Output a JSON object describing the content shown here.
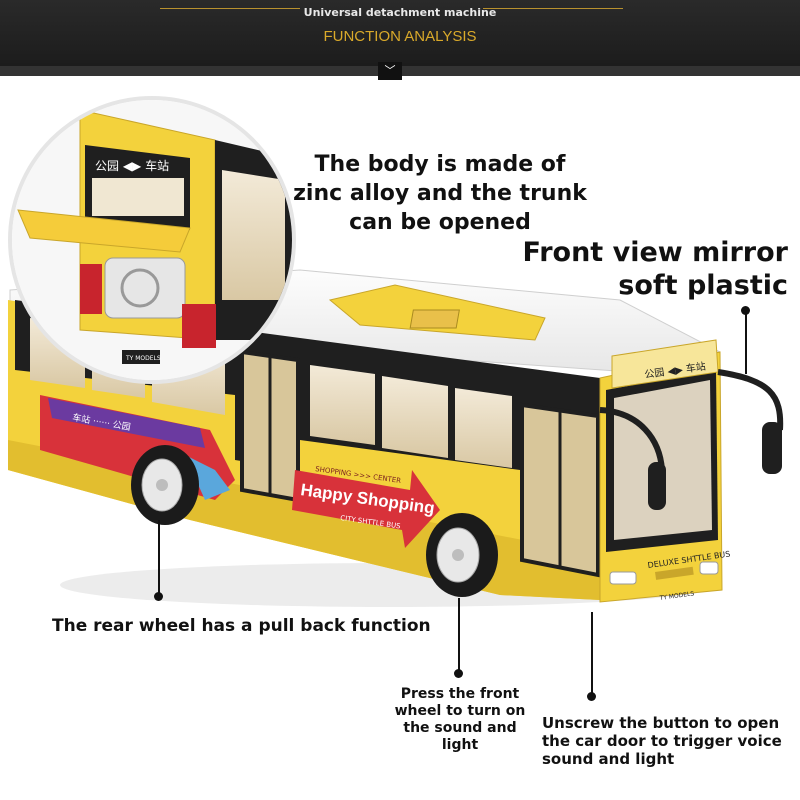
{
  "header": {
    "subtitle": "Universal detachment machine",
    "title": "FUNCTION ANALYSIS"
  },
  "callouts": {
    "body_material": "The body is made of zinc alloy and the trunk can be opened",
    "mirror": "Front view mirror soft plastic",
    "rear_wheel": "The rear wheel has a pull back function",
    "front_wheel": "Press the front wheel to turn on the sound and light",
    "door_button": "Unscrew the button to open the car door to trigger voice sound and light"
  },
  "bus": {
    "side_ad_main": "Happy Shopping",
    "side_ad_top": "SHOPPING >>> CENTER",
    "side_ad_sub": "CITY SHTTLE BUS",
    "destination_sign": "公园 ◀▶ 车站",
    "front_label": "DELUXE SHTTLE BUS",
    "rear_stripe_text": "车站 ······ 公园",
    "model_badge": "TY MODELS"
  },
  "colors": {
    "bus_yellow": "#f3d23c",
    "bus_shadow": "#c9a62a",
    "stripe_red": "#d8323a",
    "stripe_purple": "#6b3aa0",
    "header_gold": "#d9a92a"
  }
}
